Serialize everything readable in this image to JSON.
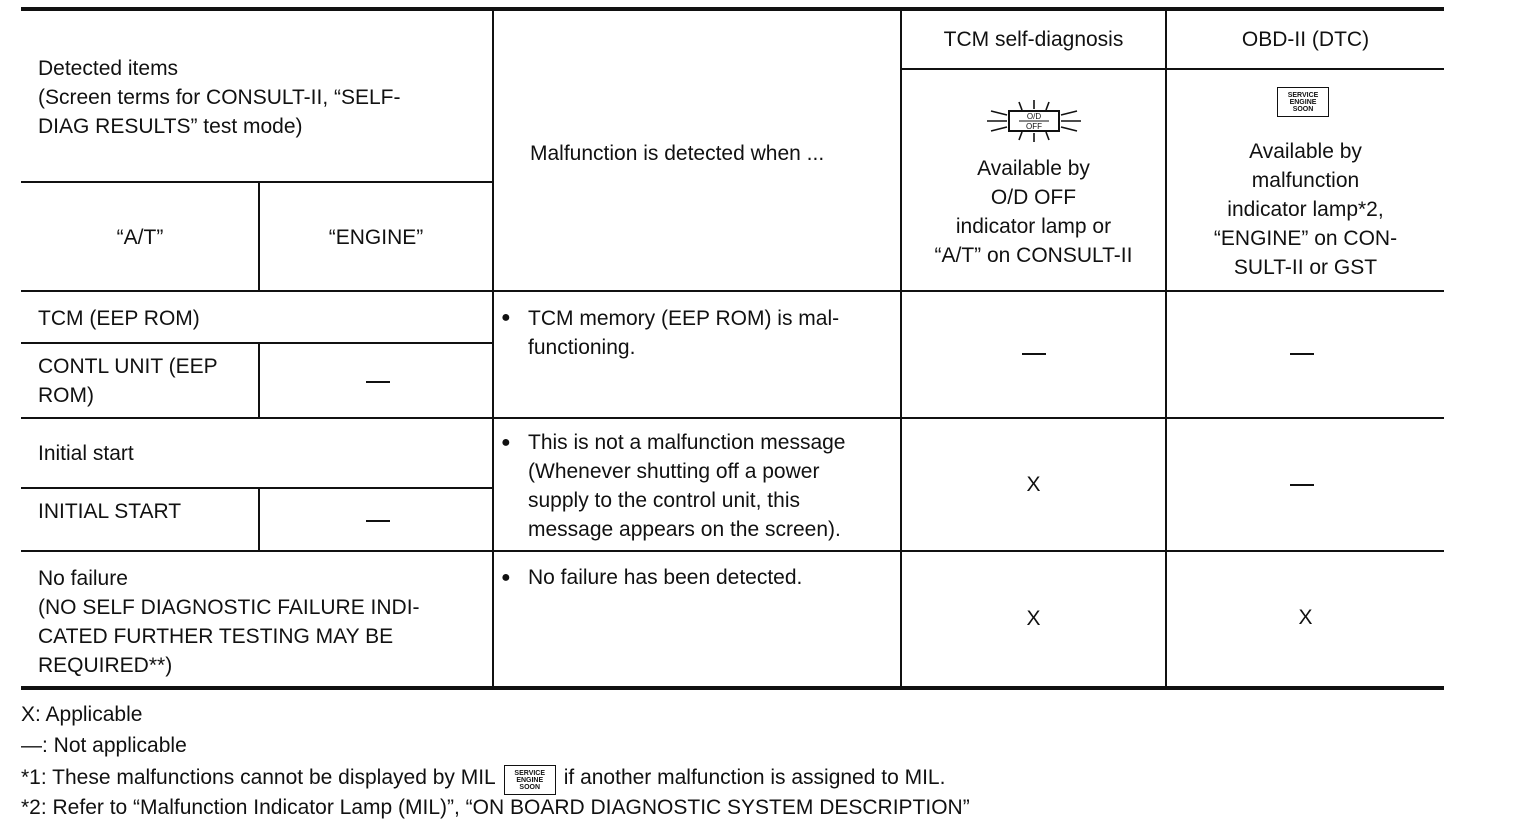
{
  "header": {
    "detected_items": [
      "Detected items",
      "(Screen terms for CONSULT-II, “SELF-",
      "DIAG RESULTS” test mode)"
    ],
    "at": "“A/T”",
    "engine": "“ENGINE”",
    "malfunction": "Malfunction is detected when ...",
    "tcm_self_diag": "TCM self-diagnosis",
    "obd": "OBD-II (DTC)",
    "tcm_avail": [
      "Available by",
      "O/D OFF",
      "indicator lamp or",
      "“A/T” on CONSULT-II"
    ],
    "obd_avail": [
      "Available by",
      "malfunction",
      "indicator lamp*2,",
      "“ENGINE” on CON-",
      "SULT-II or GST"
    ],
    "od_lamp_text": [
      "O/D",
      "OFF"
    ],
    "ses_lamp_text": [
      "SERVICE",
      "ENGINE",
      "SOON"
    ]
  },
  "rows": {
    "r1": {
      "at": "TCM (EEP ROM)",
      "engine_line": [
        "CONTL UNIT (EEP",
        "ROM)"
      ],
      "malfunction": [
        "TCM memory (EEP ROM) is mal-",
        "functioning."
      ]
    },
    "r2": {
      "at": "Initial start",
      "engine_line": "INITIAL START",
      "malfunction": [
        "This is not a malfunction message",
        "(Whenever shutting off a power",
        "supply to the control unit, this",
        "message appears on the screen)."
      ],
      "tcm": "X"
    },
    "r3": {
      "at": [
        "No failure",
        "(NO SELF DIAGNOSTIC FAILURE INDI-",
        "CATED FURTHER TESTING MAY BE",
        "REQUIRED**)"
      ],
      "malfunction": "No failure has been detected.",
      "tcm": "X",
      "obd": "X"
    }
  },
  "footnotes": {
    "x": "X: Applicable",
    "dash": "—: Not applicable",
    "n1_a": "*1: These malfunctions cannot be displayed by MIL",
    "n1_b": "if another malfunction is assigned to MIL.",
    "n2": "*2: Refer to “Malfunction Indicator Lamp (MIL)”, “ON BOARD DIAGNOSTIC SYSTEM DESCRIPTION”"
  }
}
